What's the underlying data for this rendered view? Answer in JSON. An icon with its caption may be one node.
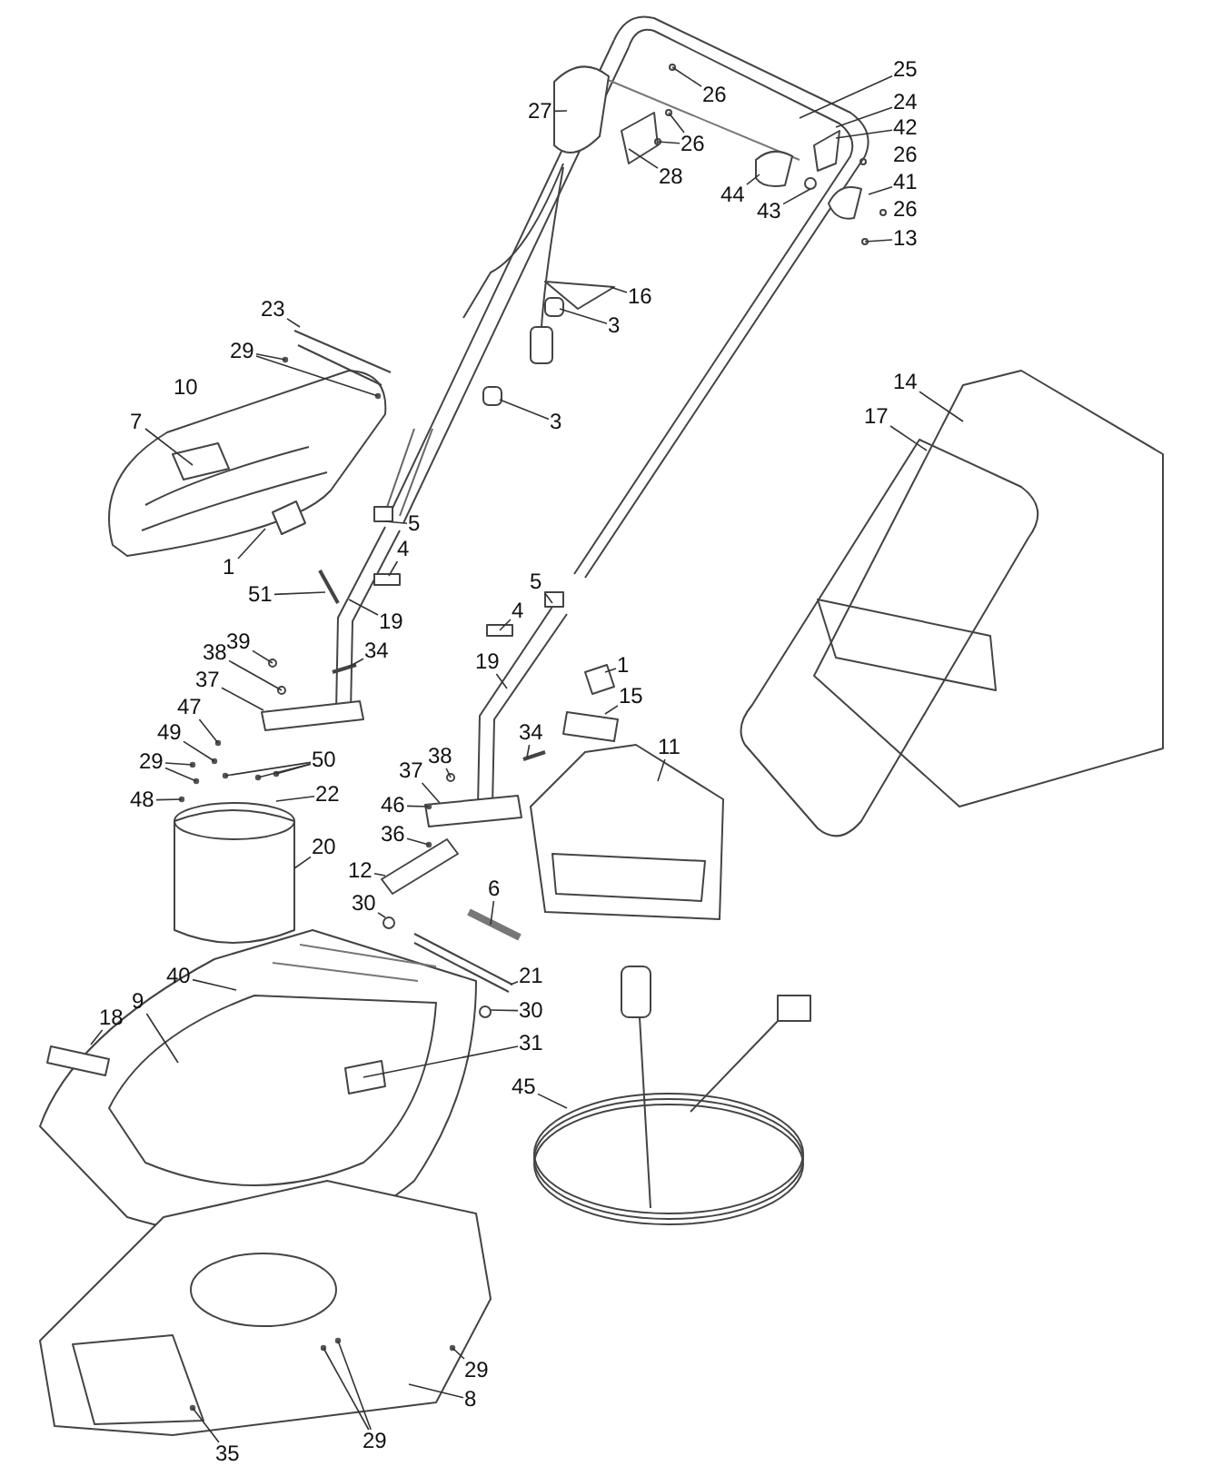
{
  "diagram": {
    "nodes": [
      {
        "text": [
          "25"
        ]
      },
      {
        "text": [
          "26"
        ]
      },
      {
        "text": [
          "24"
        ]
      },
      {
        "text": [
          "27"
        ]
      },
      {
        "text": [
          "42"
        ]
      },
      {
        "text": [
          "26"
        ]
      },
      {
        "text": [
          "28"
        ]
      },
      {
        "text": [
          "41"
        ]
      },
      {
        "text": [
          "44"
        ]
      },
      {
        "text": [
          "43"
        ]
      },
      {
        "text": [
          "13"
        ]
      },
      {
        "text": [
          "16"
        ]
      },
      {
        "text": [
          "3"
        ]
      },
      {
        "text": [
          "23"
        ]
      },
      {
        "text": [
          "29"
        ]
      },
      {
        "text": [
          "14"
        ]
      },
      {
        "text": [
          "17"
        ]
      },
      {
        "text": [
          "7"
        ]
      },
      {
        "text": [
          "3"
        ]
      },
      {
        "text": [
          "5"
        ]
      },
      {
        "text": [
          "4"
        ]
      },
      {
        "text": [
          "1"
        ]
      },
      {
        "text": [
          "5"
        ]
      },
      {
        "text": [
          "51"
        ]
      },
      {
        "text": [
          "4"
        ]
      },
      {
        "text": [
          "19"
        ]
      },
      {
        "text": [
          "39"
        ]
      },
      {
        "text": [
          "34"
        ]
      },
      {
        "text": [
          "38"
        ]
      },
      {
        "text": [
          "19"
        ]
      },
      {
        "text": [
          "1"
        ]
      },
      {
        "text": [
          "37"
        ]
      },
      {
        "text": [
          "15"
        ]
      },
      {
        "text": [
          "47"
        ]
      },
      {
        "text": [
          "49"
        ]
      },
      {
        "text": [
          "34"
        ]
      },
      {
        "text": [
          "11"
        ]
      },
      {
        "text": [
          "38"
        ]
      },
      {
        "text": [
          "29"
        ]
      },
      {
        "text": [
          "50"
        ]
      },
      {
        "text": [
          "37"
        ]
      },
      {
        "text": [
          "48"
        ]
      },
      {
        "text": [
          "22"
        ]
      },
      {
        "text": [
          "46"
        ]
      },
      {
        "text": [
          "36"
        ]
      },
      {
        "text": [
          "20"
        ]
      },
      {
        "text": [
          "12"
        ]
      },
      {
        "text": [
          "30"
        ]
      },
      {
        "text": [
          "6"
        ]
      },
      {
        "text": [
          "40"
        ]
      },
      {
        "text": [
          "21"
        ]
      },
      {
        "text": [
          "30"
        ]
      },
      {
        "text": [
          "9"
        ]
      },
      {
        "text": [
          "18"
        ]
      },
      {
        "text": [
          "31"
        ]
      },
      {
        "text": [
          "45"
        ]
      },
      {
        "text": [
          "29"
        ]
      },
      {
        "text": [
          "8"
        ]
      },
      {
        "text": [
          "29"
        ]
      },
      {
        "text": [
          "35"
        ]
      }
    ],
    "edges": [
      {
        "from": 0,
        "to": null,
        "arrow": "none"
      },
      {
        "from": 1,
        "to": null,
        "arrow": "none"
      },
      {
        "from": 2,
        "to": null,
        "arrow": "none"
      },
      {
        "from": 3,
        "to": null,
        "arrow": "none"
      },
      {
        "from": 4,
        "to": null,
        "arrow": "none"
      },
      {
        "from": 5,
        "to": null,
        "arrow": "none"
      },
      {
        "from": 5,
        "to": null,
        "arrow": "none"
      },
      {
        "from": 6,
        "to": null,
        "arrow": "none"
      },
      {
        "from": 7,
        "to": null,
        "arrow": "none"
      },
      {
        "from": 8,
        "to": null,
        "arrow": "none"
      },
      {
        "from": 9,
        "to": null,
        "arrow": "none"
      },
      {
        "from": 10,
        "to": null,
        "arrow": "none"
      },
      {
        "from": 11,
        "to": null,
        "arrow": "none"
      },
      {
        "from": 12,
        "to": null,
        "arrow": "none"
      },
      {
        "from": 13,
        "to": null,
        "arrow": "none"
      },
      {
        "from": 14,
        "to": null,
        "arrow": "none"
      },
      {
        "from": 14,
        "to": null,
        "arrow": "none"
      },
      {
        "from": 15,
        "to": null,
        "arrow": "none"
      },
      {
        "from": 16,
        "to": null,
        "arrow": "none"
      },
      {
        "from": 17,
        "to": null,
        "arrow": "none"
      },
      {
        "from": 18,
        "to": null,
        "arrow": "none"
      },
      {
        "from": 19,
        "to": null,
        "arrow": "none"
      },
      {
        "from": 20,
        "to": null,
        "arrow": "none"
      },
      {
        "from": 21,
        "to": null,
        "arrow": "none"
      },
      {
        "from": 22,
        "to": null,
        "arrow": "none"
      },
      {
        "from": 23,
        "to": null,
        "arrow": "none"
      },
      {
        "from": 24,
        "to": null,
        "arrow": "none"
      },
      {
        "from": 25,
        "to": null,
        "arrow": "none"
      },
      {
        "from": 26,
        "to": null,
        "arrow": "none"
      },
      {
        "from": 27,
        "to": null,
        "arrow": "none"
      },
      {
        "from": 28,
        "to": null,
        "arrow": "none"
      },
      {
        "from": 29,
        "to": null,
        "arrow": "none"
      },
      {
        "from": 30,
        "to": null,
        "arrow": "none"
      },
      {
        "from": 31,
        "to": null,
        "arrow": "none"
      },
      {
        "from": 32,
        "to": null,
        "arrow": "none"
      },
      {
        "from": 33,
        "to": null,
        "arrow": "none"
      },
      {
        "from": 34,
        "to": null,
        "arrow": "none"
      },
      {
        "from": 35,
        "to": null,
        "arrow": "none"
      },
      {
        "from": 36,
        "to": null,
        "arrow": "none"
      },
      {
        "from": 37,
        "to": null,
        "arrow": "none"
      },
      {
        "from": 38,
        "to": null,
        "arrow": "none"
      },
      {
        "from": 38,
        "to": null,
        "arrow": "none"
      },
      {
        "from": 39,
        "to": null,
        "arrow": "none"
      },
      {
        "from": 39,
        "to": null,
        "arrow": "none"
      },
      {
        "from": 39,
        "to": null,
        "arrow": "none"
      },
      {
        "from": 40,
        "to": null,
        "arrow": "none"
      },
      {
        "from": 41,
        "to": null,
        "arrow": "none"
      },
      {
        "from": 42,
        "to": null,
        "arrow": "none"
      },
      {
        "from": 43,
        "to": null,
        "arrow": "none"
      },
      {
        "from": 44,
        "to": null,
        "arrow": "none"
      },
      {
        "from": 45,
        "to": null,
        "arrow": "none"
      },
      {
        "from": 46,
        "to": null,
        "arrow": "none"
      },
      {
        "from": 47,
        "to": null,
        "arrow": "none"
      },
      {
        "from": 48,
        "to": null,
        "arrow": "none"
      },
      {
        "from": 49,
        "to": null,
        "arrow": "none"
      },
      {
        "from": 50,
        "to": null,
        "arrow": "none"
      },
      {
        "from": 51,
        "to": null,
        "arrow": "none"
      },
      {
        "from": 52,
        "to": null,
        "arrow": "none"
      },
      {
        "from": 53,
        "to": null,
        "arrow": "none"
      },
      {
        "from": 54,
        "to": null,
        "arrow": "none"
      },
      {
        "from": 55,
        "to": null,
        "arrow": "none"
      },
      {
        "from": 56,
        "to": null,
        "arrow": "none"
      },
      {
        "from": 57,
        "to": null,
        "arrow": "none"
      },
      {
        "from": 58,
        "to": null,
        "arrow": "none"
      },
      {
        "from": 58,
        "to": null,
        "arrow": "none"
      },
      {
        "from": 59,
        "to": null,
        "arrow": "none"
      }
    ],
    "labels": [
      "26",
      "26",
      "10"
    ]
  }
}
